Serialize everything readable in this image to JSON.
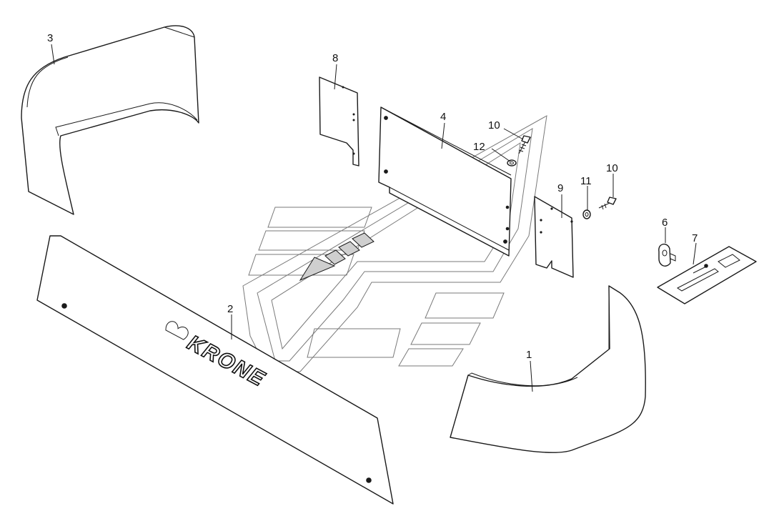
{
  "labels": {
    "p1": "1",
    "p2": "2",
    "p3": "3",
    "p4": "4",
    "p6": "6",
    "p7": "7",
    "p8": "8",
    "p9": "9",
    "p10a": "10",
    "p10b": "10",
    "p11": "11",
    "p12": "12"
  },
  "brand_text": "KRONE",
  "colors": {
    "line": "#1a1a1a",
    "watermark": "#7a7a7a",
    "background": "#ffffff"
  }
}
